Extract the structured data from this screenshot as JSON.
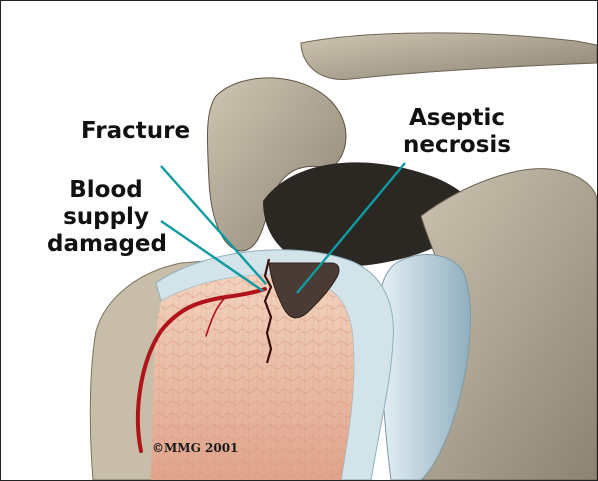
{
  "labels": {
    "fracture": "Fracture",
    "aseptic_necrosis": [
      "Aseptic",
      "necrosis"
    ],
    "blood_supply": [
      "Blood",
      "supply",
      "damaged"
    ]
  },
  "copyright": "©MMG 2001",
  "colors": {
    "pointer_line": "#0f9aa0",
    "bone": "#b5ab98",
    "bone_dark": "#5a5044",
    "cartilage": "#cfe0e8",
    "marrow": "#e8b8a0",
    "vessel": "#b0141a",
    "necrosis": "#4a3c34"
  }
}
